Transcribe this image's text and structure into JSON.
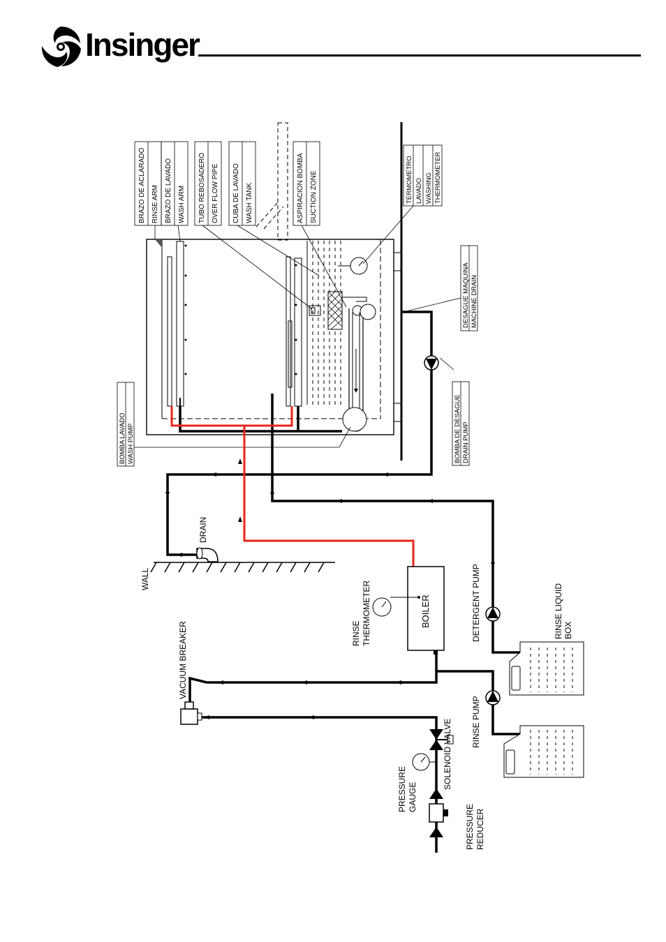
{
  "header": {
    "brand": "Insinger",
    "logo_icon": "swirl-logo-icon"
  },
  "labels": {
    "rinse_arm_es": "BRAZO DE ACLARADO",
    "rinse_arm_en": "RINSE ARM",
    "wash_arm_es": "BRAZO DE LAVADO",
    "wash_arm_en": "WASH ARM",
    "overflow_es": "TUBO REBOSADERO",
    "overflow_en": "OVER FLOW PIPE",
    "wash_tank_es": "CUBA DE LAVADO",
    "wash_tank_en": "WASH TANK",
    "suction_es": "ASPIRACION BOMBA",
    "suction_en": "SUCTION ZONE",
    "wash_thermo_1": "TERMOMETRO",
    "wash_thermo_2": "LAVADO",
    "wash_thermo_3": "WASHING",
    "wash_thermo_4": "THERMOMETER",
    "machine_drain_es": "DESAGUE MAQUINA",
    "machine_drain_en": "MACHINE DRAIN",
    "drain_pump_es": "BOMBA DE DESAGUE",
    "drain_pump_en": "DRAIN PUMP",
    "wash_pump_es": "BOMBA LAVADO",
    "wash_pump_en": "WASH PUMP",
    "drain": "DRAIN",
    "wall": "WALL",
    "rinse_thermo_1": "RINSE",
    "rinse_thermo_2": "THERMOMETER",
    "boiler": "BOILER",
    "detergent_pump": "DETERGENT PUMP",
    "rinse_liquid_1": "RINSE LIQUID",
    "rinse_liquid_2": "BOX",
    "vacuum_breaker": "VACUUM BREAKER",
    "solenoid_valve": "SOLENOID VALVE",
    "rinse_pump": "RINSE PUMP",
    "pressure_gauge_1": "PRESSURE",
    "pressure_gauge_2": "GAUGE",
    "pressure_reducer_1": "PRESSURE",
    "pressure_reducer_2": "REDUCER"
  },
  "colors": {
    "hot_water_line": "#e8261c",
    "pipe": "#000000"
  }
}
